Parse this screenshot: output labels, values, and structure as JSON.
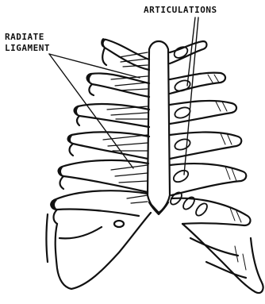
{
  "labels": {
    "articulations": "ARTICULATIONS",
    "radiate_line1": "RADIATE",
    "radiate_line2": "LIGAMENT"
  }
}
